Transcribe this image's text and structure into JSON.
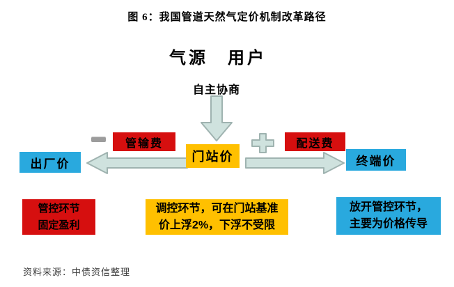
{
  "figure": {
    "title": "图 6：我国管道天然气定价机制改革路径",
    "source": "资料来源：中债资信整理"
  },
  "header": {
    "supply": "气源",
    "user": "用户"
  },
  "flow": {
    "negotiation": "自主协商",
    "factory_price": "出厂价",
    "pipeline_fee": "管输费",
    "citygate_price": "门站价",
    "distribution_fee": "配送费",
    "terminal_price": "终端价"
  },
  "notes": {
    "regulated": {
      "line1": "管控环节",
      "line2": "固定盈利"
    },
    "adjusted": {
      "line1": "调控环节，可在门站基准",
      "line2": "价上浮2%，下浮不受限"
    },
    "liberalized": {
      "line1": "放开管控环节，",
      "line2": "主要为价格传导"
    }
  },
  "icons": {
    "minus": "minus-icon",
    "plus": "plus-icon",
    "down_arrow": "down-arrow-icon",
    "left_arrow": "left-arrow-icon",
    "right_arrow": "right-arrow-icon"
  },
  "colors": {
    "red": "#d60f0f",
    "yellow": "#ffc000",
    "blue": "#29a9de",
    "arrow_fill": "#cfe2de",
    "arrow_border": "#9fb3b0",
    "minus_gray": "#9c9c9c",
    "text": "#000000"
  }
}
